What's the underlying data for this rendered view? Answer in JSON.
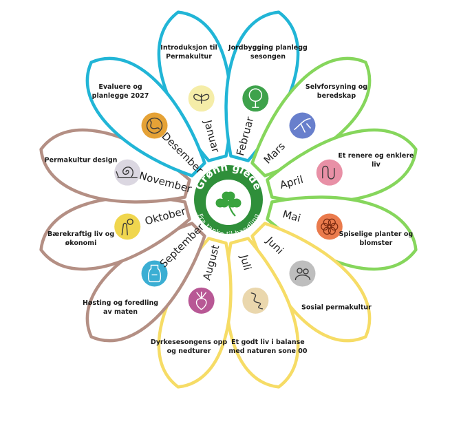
{
  "center": {
    "title": "Grønn glede",
    "subtitle": "Fra tanke til handling",
    "icon": "clover-icon",
    "color": "#2f8f3a"
  },
  "colors": {
    "winter": "#21b5d6",
    "spring": "#86d65c",
    "summer": "#f6dc66",
    "autumn": "#b48f84"
  },
  "petals": [
    {
      "id": "januar",
      "month": "Januar",
      "theme": "Introduksjon til Permakultur",
      "icon": "butterfly-icon",
      "season": "winter"
    },
    {
      "id": "februar",
      "month": "Februar",
      "theme": "Jordbygging planlegg sesongen",
      "icon": "tree-icon",
      "season": "winter"
    },
    {
      "id": "mars",
      "month": "Mars",
      "theme": "Selvforsyning og beredskap",
      "icon": "bird-icon",
      "season": "spring"
    },
    {
      "id": "april",
      "month": "April",
      "theme": "Et renere og enklere liv",
      "icon": "worm-icon",
      "season": "spring"
    },
    {
      "id": "mai",
      "month": "Mai",
      "theme": "Spiselige planter og blomster",
      "icon": "flower-icon",
      "season": "spring"
    },
    {
      "id": "juni",
      "month": "Juni",
      "theme": "Sosial permakultur",
      "icon": "people-icon",
      "season": "summer"
    },
    {
      "id": "juli",
      "month": "Juli",
      "theme": "Et godt liv i balanse med naturen sone 00",
      "icon": "path-icon",
      "season": "summer"
    },
    {
      "id": "august",
      "month": "August",
      "theme": "Dyrkesesongens opp og nedturer",
      "icon": "beetroot-icon",
      "season": "summer"
    },
    {
      "id": "september",
      "month": "September",
      "theme": "Høsting og foredling av maten",
      "icon": "jar-icon",
      "season": "autumn"
    },
    {
      "id": "oktober",
      "month": "Oktober",
      "theme": "Bærekraftig liv og økonomi",
      "icon": "hand-coin-icon",
      "season": "autumn"
    },
    {
      "id": "november",
      "month": "November",
      "theme": "Permakultur design",
      "icon": "snail-icon",
      "season": "autumn"
    },
    {
      "id": "desember",
      "month": "Desember",
      "theme": "Evaluere og planlegge 2027",
      "icon": "globe-icon",
      "season": "winter"
    }
  ]
}
